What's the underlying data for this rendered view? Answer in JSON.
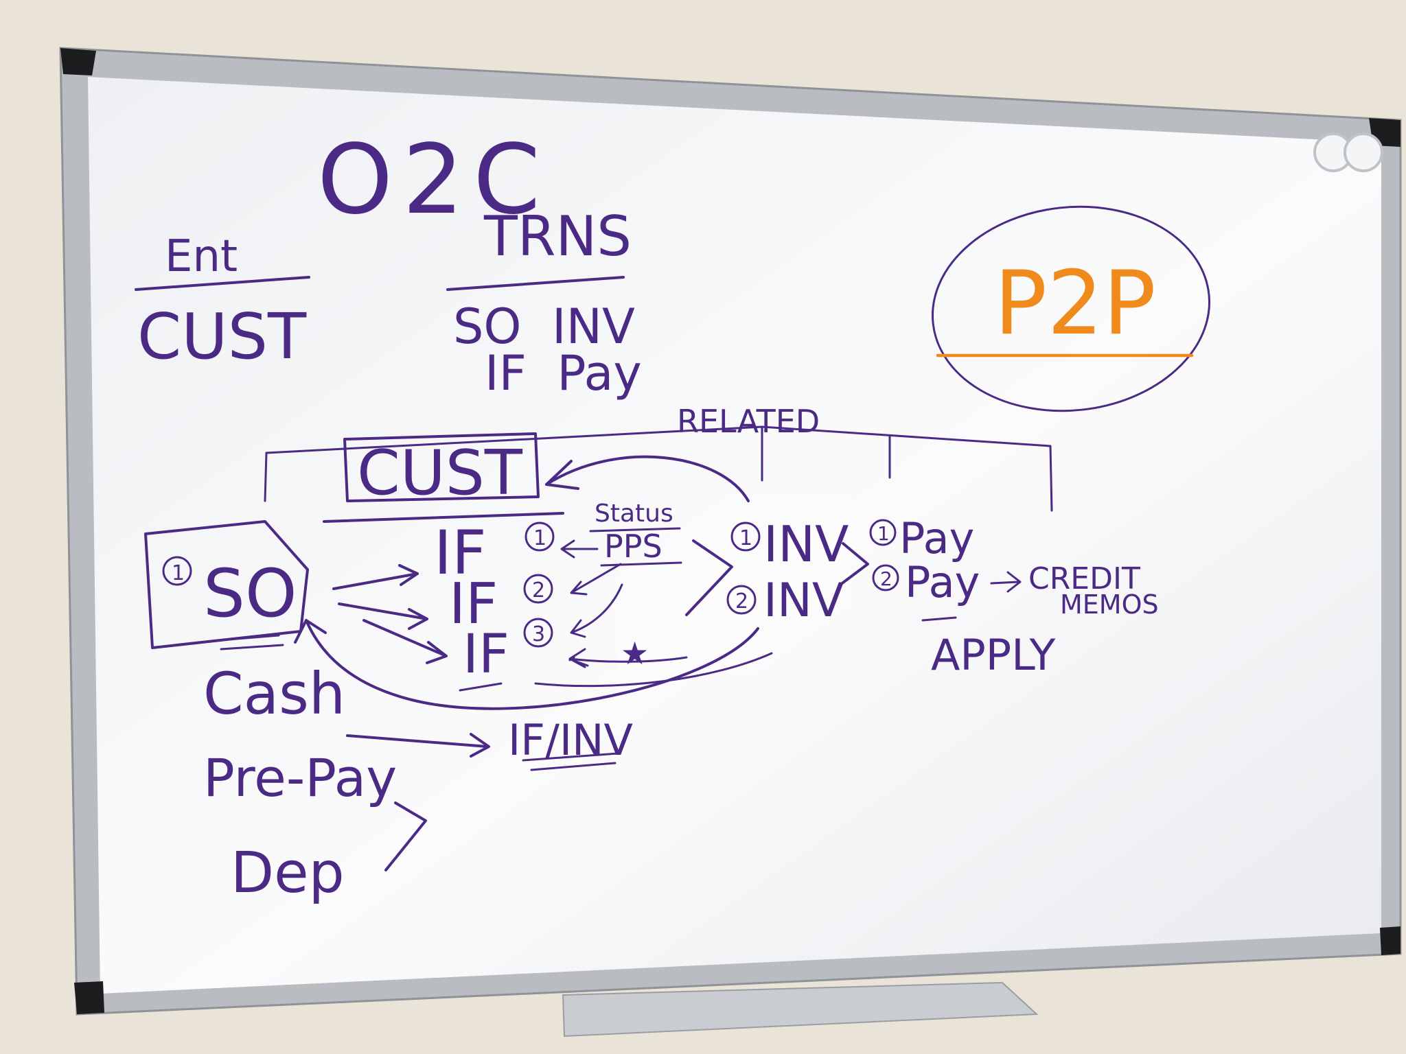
{
  "board": {
    "title": "O2C",
    "entity_header": "Ent",
    "entity_value": "CUST",
    "transactions_header": "TRNS",
    "transactions_line1": "SO  INV",
    "transactions_line2": "IF  Pay",
    "p2p_label": "P2P",
    "related_label": "RELATED",
    "cust_box_label": "CUST",
    "so_number": "1",
    "so_label": "SO",
    "status_label": "Status",
    "pps_label": "PPS",
    "if_label": "IF",
    "if_nums": [
      "1",
      "2",
      "3"
    ],
    "inv_label": "INV",
    "inv_nums": [
      "1",
      "2"
    ],
    "pay_label": "Pay",
    "pay_nums": [
      "1",
      "2"
    ],
    "credit_label": "CREDIT",
    "memos_label": "MEMOS",
    "apply_label": "APPLY",
    "cash_label": "Cash",
    "prepay_label": "Pre-Pay",
    "dep_label": "Dep",
    "ifinv_label": "IF/INV",
    "star": "★"
  },
  "colors": {
    "marker_purple": "#4b2a86",
    "marker_orange": "#f08a1c",
    "board_white": "#f7f8f9",
    "frame_silver": "#b9bcc0",
    "wall": "#e9e3d8"
  }
}
